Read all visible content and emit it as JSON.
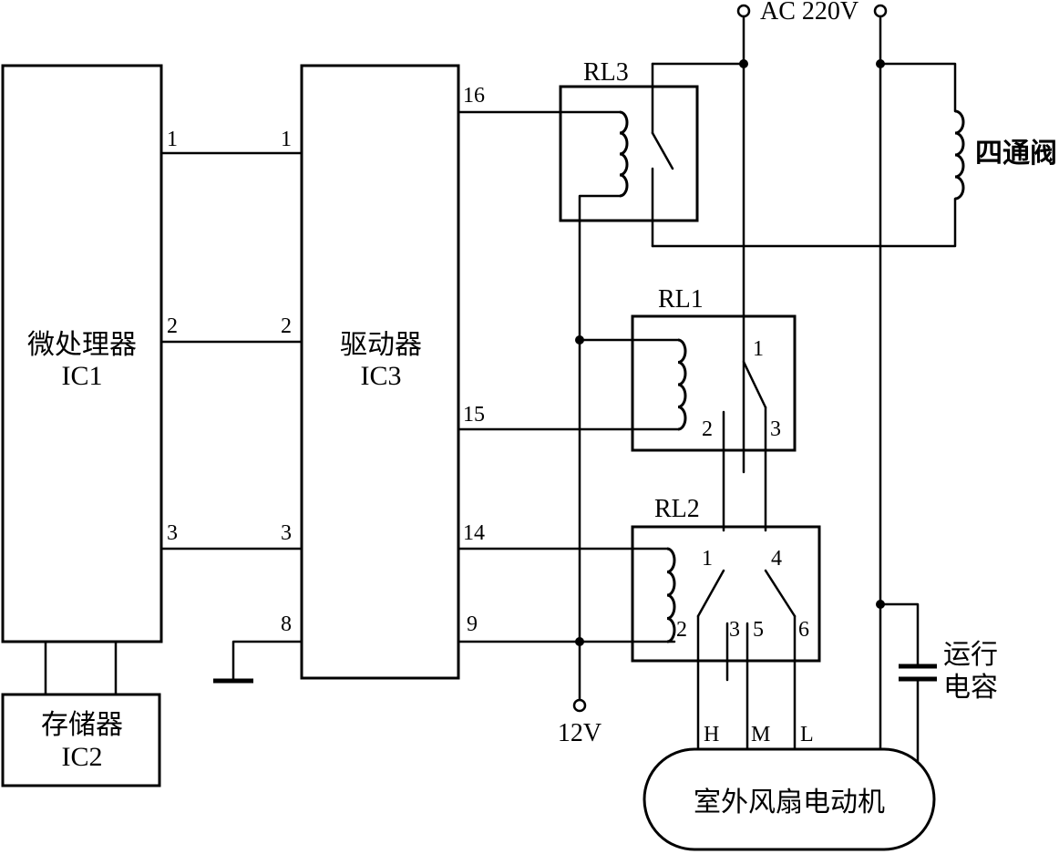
{
  "blocks": {
    "ic1": {
      "name": "微处理器",
      "id": "IC1"
    },
    "ic2": {
      "name": "存储器",
      "id": "IC2"
    },
    "ic3": {
      "name": "驱动器",
      "id": "IC3"
    }
  },
  "pins": {
    "ic1": [
      "1",
      "2",
      "3"
    ],
    "ic3_left": [
      "1",
      "2",
      "3",
      "8"
    ],
    "ic3_right": [
      "16",
      "15",
      "14",
      "9"
    ]
  },
  "relays": {
    "rl3": {
      "label": "RL3"
    },
    "rl1": {
      "label": "RL1",
      "contacts": [
        "1",
        "2",
        "3"
      ]
    },
    "rl2": {
      "label": "RL2",
      "contacts": [
        "1",
        "4",
        "2",
        "3",
        "5",
        "6"
      ]
    }
  },
  "supply": {
    "ac": "AC 220V",
    "dc": "12V"
  },
  "loads": {
    "valve": "四通阀",
    "capacitor_line1": "运行",
    "capacitor_line2": "电容",
    "motor": "室外风扇电动机"
  },
  "motor_taps": [
    "H",
    "M",
    "L"
  ]
}
